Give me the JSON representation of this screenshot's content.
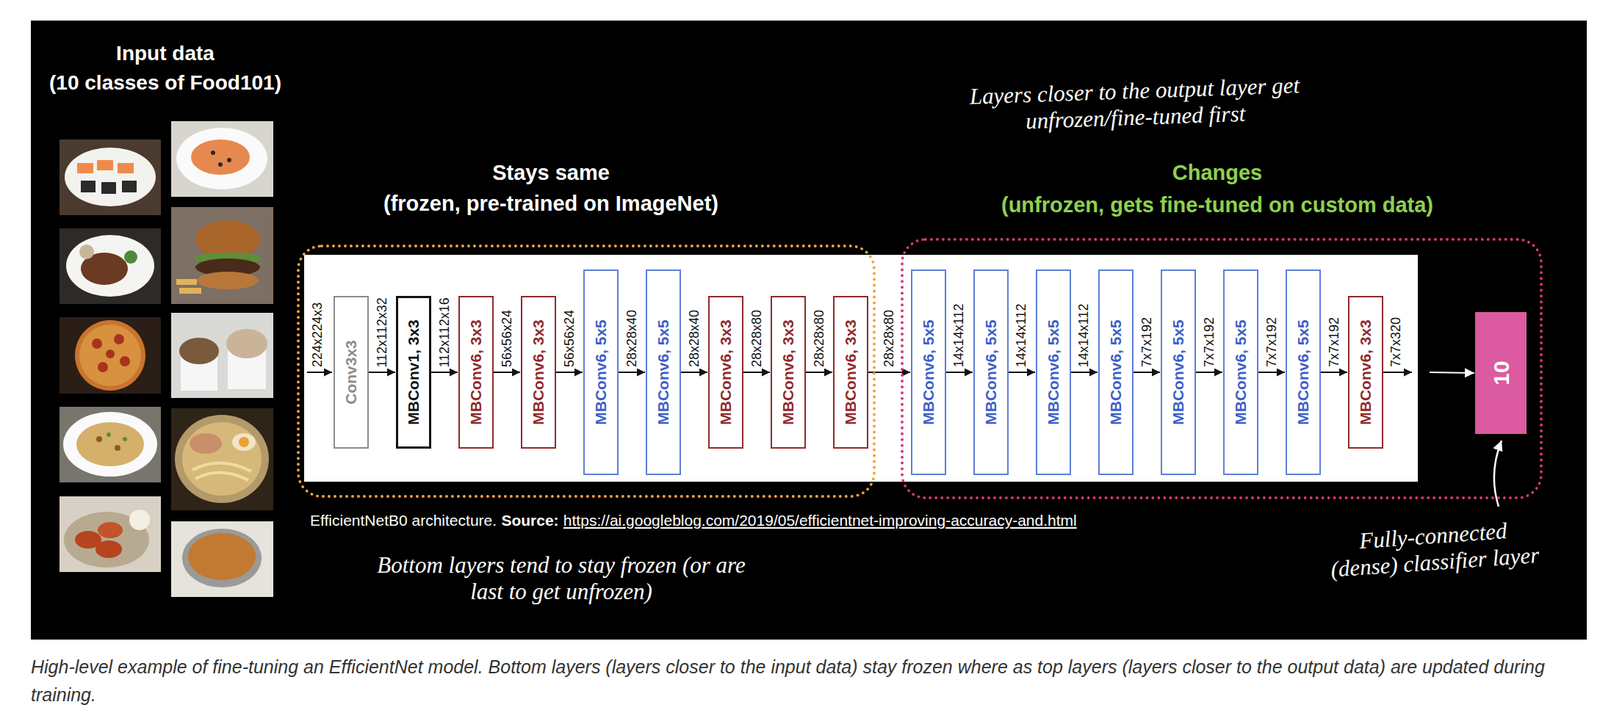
{
  "diagram": {
    "caption": "High-level example of fine-tuning an EfficientNet model. Bottom layers (layers closer to the input data) stay frozen where as top layers (layers closer to the output data) are updated during training.",
    "nodes": [
      {
        "text": [
          "Stays same",
          "(frozen, pre-trained on ImageNet)"
        ]
      },
      {
        "text": [
          "Conv3x3"
        ],
        "in": 0
      },
      {
        "text": [
          "MBConv1, 3x3"
        ],
        "in": 0
      },
      {
        "text": [
          "MBConv6, 3x3"
        ],
        "in": 0
      },
      {
        "text": [
          "MBConv6, 3x3"
        ],
        "in": 0
      },
      {
        "text": [
          "MBConv6, 5x5"
        ],
        "in": 0
      },
      {
        "text": [
          "MBConv6, 5x5"
        ],
        "in": 0
      },
      {
        "text": [
          "MBConv6, 3x3"
        ],
        "in": 0
      },
      {
        "text": [
          "MBConv6, 3x3"
        ],
        "in": 0
      },
      {
        "text": [
          "MBConv6, 3x3"
        ],
        "in": 0
      },
      {
        "text": [
          "Changes",
          "(unfrozen, gets fine-tuned on custom data)"
        ]
      },
      {
        "text": [
          "MBConv6, 5x5"
        ],
        "in": 10
      },
      {
        "text": [
          "MBConv6, 5x5"
        ],
        "in": 10
      },
      {
        "text": [
          "MBConv6, 5x5"
        ],
        "in": 10
      },
      {
        "text": [
          "MBConv6, 5x5"
        ],
        "in": 10
      },
      {
        "text": [
          "MBConv6, 5x5"
        ],
        "in": 10
      },
      {
        "text": [
          "MBConv6, 5x5"
        ],
        "in": 10
      },
      {
        "text": [
          "MBConv6, 5x5"
        ],
        "in": 10
      },
      {
        "text": [
          "MBConv6, 3x3"
        ],
        "in": 10
      },
      {
        "text": [
          "10"
        ],
        "in": 10
      }
    ],
    "edges": [
      {
        "from": 1,
        "to": 2,
        "arrow": "to",
        "label": "112x112x32"
      },
      {
        "from": 2,
        "to": 3,
        "arrow": "to",
        "label": "112x112x16"
      },
      {
        "from": 3,
        "to": 4,
        "arrow": "to",
        "label": "56x56x24"
      },
      {
        "from": 4,
        "to": 5,
        "arrow": "to",
        "label": "56x56x24"
      },
      {
        "from": 5,
        "to": 6,
        "arrow": "to",
        "label": "28x28x40"
      },
      {
        "from": 6,
        "to": 7,
        "arrow": "to",
        "label": "28x28x40"
      },
      {
        "from": 7,
        "to": 8,
        "arrow": "to",
        "label": "28x28x80"
      },
      {
        "from": 8,
        "to": 9,
        "arrow": "to",
        "label": "28x28x80"
      },
      {
        "from": 9,
        "to": 11,
        "arrow": "to",
        "label": "28x28x80"
      },
      {
        "from": 11,
        "to": 12,
        "arrow": "to",
        "label": "14x14x112"
      },
      {
        "from": 12,
        "to": 13,
        "arrow": "to",
        "label": "14x14x112"
      },
      {
        "from": 13,
        "to": 14,
        "arrow": "to",
        "label": "14x14x112"
      },
      {
        "from": 14,
        "to": 15,
        "arrow": "to",
        "label": "7x7x192"
      },
      {
        "from": 15,
        "to": 16,
        "arrow": "to",
        "label": "7x7x192"
      },
      {
        "from": 16,
        "to": 17,
        "arrow": "to",
        "label": "7x7x192"
      },
      {
        "from": 17,
        "to": 18,
        "arrow": "to",
        "label": "7x7x192"
      },
      {
        "from": 18,
        "to": 19,
        "arrow": "to",
        "label": "7x7x320"
      }
    ],
    "labels": [
      "Input data",
      "(10 classes of Food101)",
      "Layers closer to the output layer get unfrozen/fine-tuned first",
      "224x224x3",
      "EfficientNetB0 architecture.",
      "Source:",
      "https://ai.googleblog.com/2019/05/efficientnet-improving-accuracy-and.html",
      "Bottom layers tend to stay frozen (or are last to get unfrozen)",
      "Fully-connected (dense) classifier layer"
    ]
  }
}
